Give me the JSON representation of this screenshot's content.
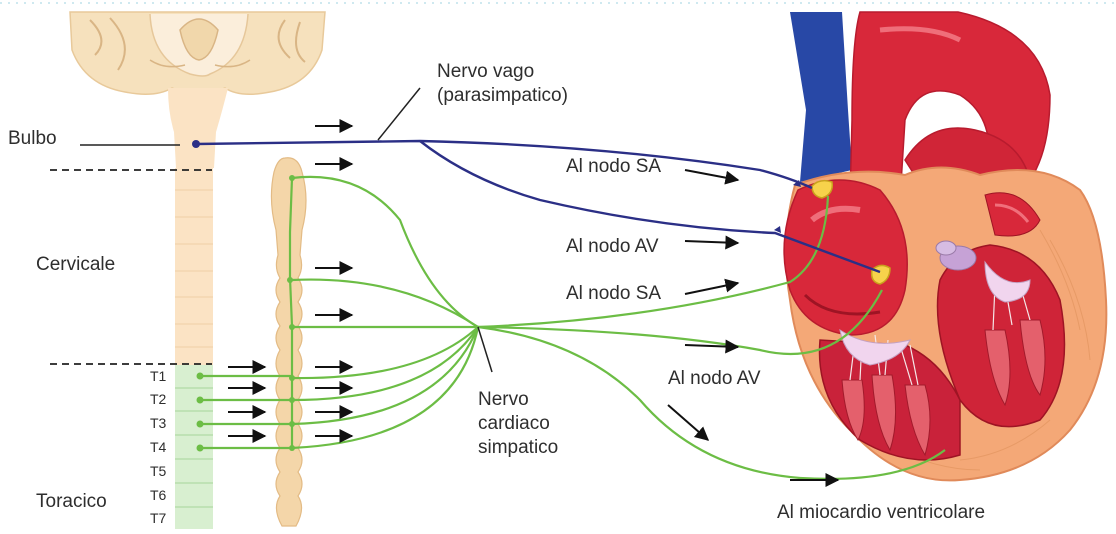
{
  "labels": {
    "bulbo": "Bulbo",
    "cervicale": "Cervicale",
    "toracico": "Toracico",
    "nervo_vago_line1": "Nervo vago",
    "nervo_vago_line2": "(parasimpatico)",
    "al_nodo_sa_1": "Al nodo SA",
    "al_nodo_av_1": "Al nodo AV",
    "al_nodo_sa_2": "Al nodo SA",
    "al_nodo_av_2": "Al nodo AV",
    "nervo_cardiaco_line1": "Nervo",
    "nervo_cardiaco_line2": "cardiaco",
    "nervo_cardiaco_line3": "simpatico",
    "al_miocardio": "Al miocardio ventricolare"
  },
  "thoracic_segments": [
    "T1",
    "T2",
    "T3",
    "T4",
    "T5",
    "T6",
    "T7"
  ],
  "colors": {
    "parasympathetic": "#2b2f86",
    "sympathetic": "#6cbd45",
    "spinal_cord": "#fbe3c4",
    "thoracic_cord": "#d8efd0",
    "heart_red": "#d8283a",
    "vein_blue": "#2848a6",
    "text": "#2e2e2e"
  },
  "icons": {
    "arrow": "right-arrow-icon"
  }
}
